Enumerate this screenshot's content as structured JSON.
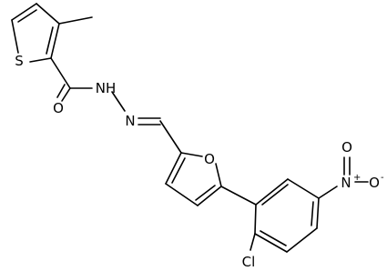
{
  "atoms": {
    "s_ring": "S",
    "o_carbonyl": "O",
    "nh": "NH",
    "n_imine": "N",
    "o_furan": "O",
    "n_nitro": "N",
    "n_nitro_charge": "+",
    "o_nitro_top": "O",
    "o_nitro_right": "O",
    "o_nitro_right_charge": "-",
    "cl": "Cl"
  }
}
